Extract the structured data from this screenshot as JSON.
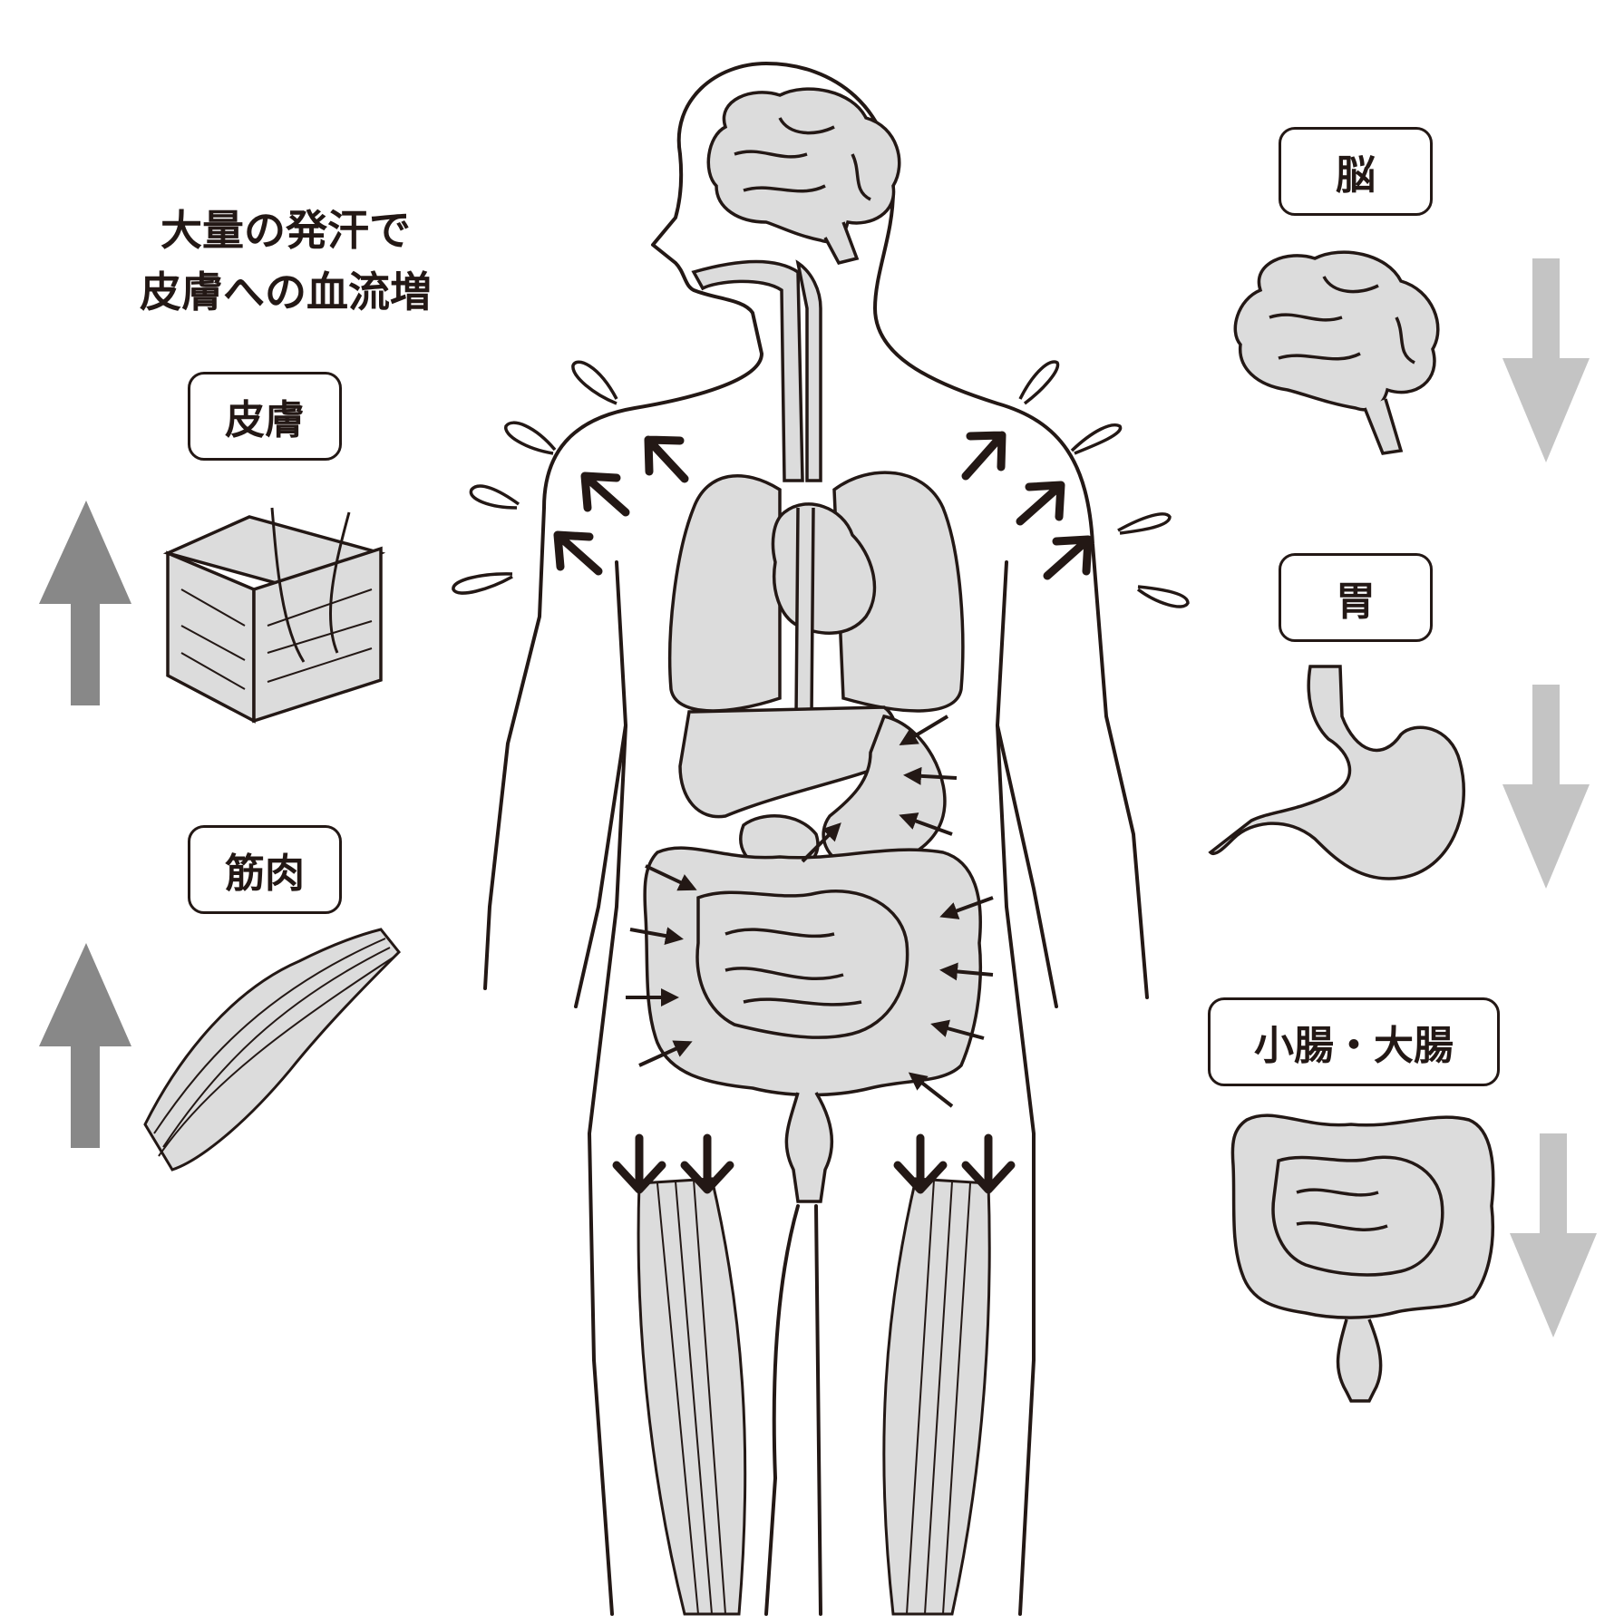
{
  "caption": {
    "line1": "大量の発汗で",
    "line2": "皮膚への血流増"
  },
  "labels": {
    "skin": "皮膚",
    "muscle": "筋肉",
    "brain": "脳",
    "stomach": "胃",
    "intestines": "小腸・大腸"
  },
  "colors": {
    "ink": "#231815",
    "organ_fill": "#dcdcdc",
    "arrow_increase": "#888888",
    "arrow_decrease": "#c4c4c4"
  },
  "flow": {
    "skin": "increase",
    "muscle": "increase",
    "brain": "decrease",
    "stomach": "decrease",
    "intestines": "decrease"
  }
}
